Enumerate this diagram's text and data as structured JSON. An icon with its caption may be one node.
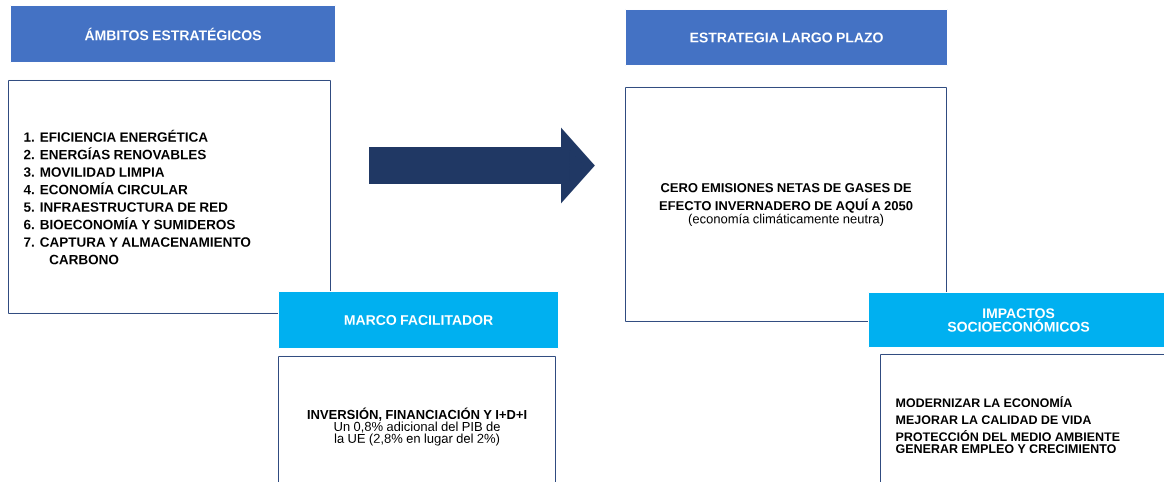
{
  "diagram": {
    "nodes": [
      {
        "text": [
          "ÁMBITOS ESTRATÉGICOS"
        ]
      },
      {
        "text": [
          "1. EFICIENCIA ENERGÉTICA",
          "2. ENERGÍAS RENOVABLES",
          "3. MOVILIDAD LIMPIA",
          "4. ECONOMÍA CIRCULAR",
          "5. INFRAESTRUCTURA DE RED",
          "6. BIOECONOMÍA Y SUMIDEROS",
          "7. CAPTURA Y ALMACENAMIENTO CARBONO"
        ]
      },
      {
        "text": [
          "ESTRATEGIA LARGO PLAZO"
        ]
      },
      {
        "text": [
          "CERO EMISIONES NETAS DE GASES DE EFECTO INVERNADERO DE AQUÍ A 2050",
          "(economía  climáticamente neutra)"
        ]
      },
      {
        "text": [
          "MARCO FACILITADOR"
        ]
      },
      {
        "text": [
          "INVERSIÓN, FINANCIACIÓN Y I+D+I",
          "Un 0,8% adicional del PIB de la UE (2,8% en lugar del 2%)"
        ]
      },
      {
        "text": [
          "IMPACTOS SOCIOECONÓMICOS"
        ]
      },
      {
        "text": [
          "MODERNIZAR LA ECONOMÍA",
          "MEJORAR LA CALIDAD DE VIDA",
          "PROTECCIÓN DEL MEDIO AMBIENTE",
          "GENERAR EMPLEO Y CRECIMIENTO"
        ]
      }
    ],
    "edges": [
      {
        "from": 1,
        "to": 3,
        "arrow": "to",
        "color": "#203864"
      }
    ]
  }
}
